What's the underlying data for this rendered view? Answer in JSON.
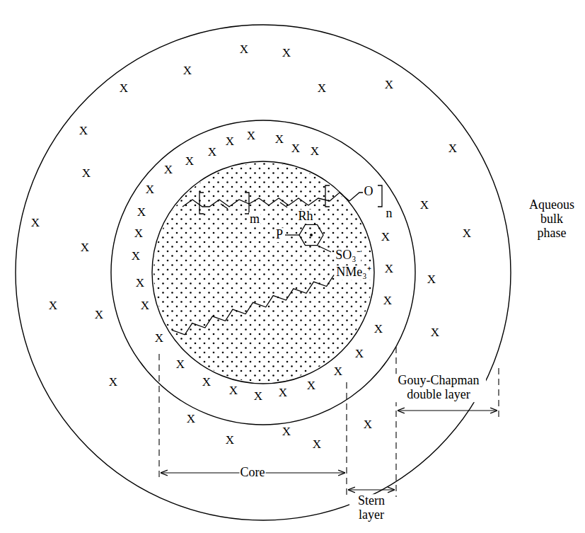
{
  "diagram": {
    "labels": [
      "m",
      "Rh",
      "O",
      "n",
      "P",
      "SO₃⁻",
      "NMe₃⁺",
      "Core",
      "Stern layer",
      "Gouy-Chapman double layer",
      "Aqueous bulk phase",
      "X",
      "X",
      "X",
      "X",
      "X",
      "X",
      "X",
      "X",
      "X",
      "X",
      "X",
      "X",
      "X",
      "X",
      "X",
      "X",
      "X",
      "X",
      "X",
      "X",
      "X",
      "X",
      "X",
      "X",
      "X",
      "X",
      "X",
      "X",
      "X",
      "X",
      "X",
      "X",
      "X",
      "X",
      "X",
      "X",
      "X",
      "X",
      "X",
      "X",
      "X",
      "X",
      "X",
      "X",
      "X",
      "X",
      "X",
      "X",
      "X",
      "X"
    ]
  }
}
